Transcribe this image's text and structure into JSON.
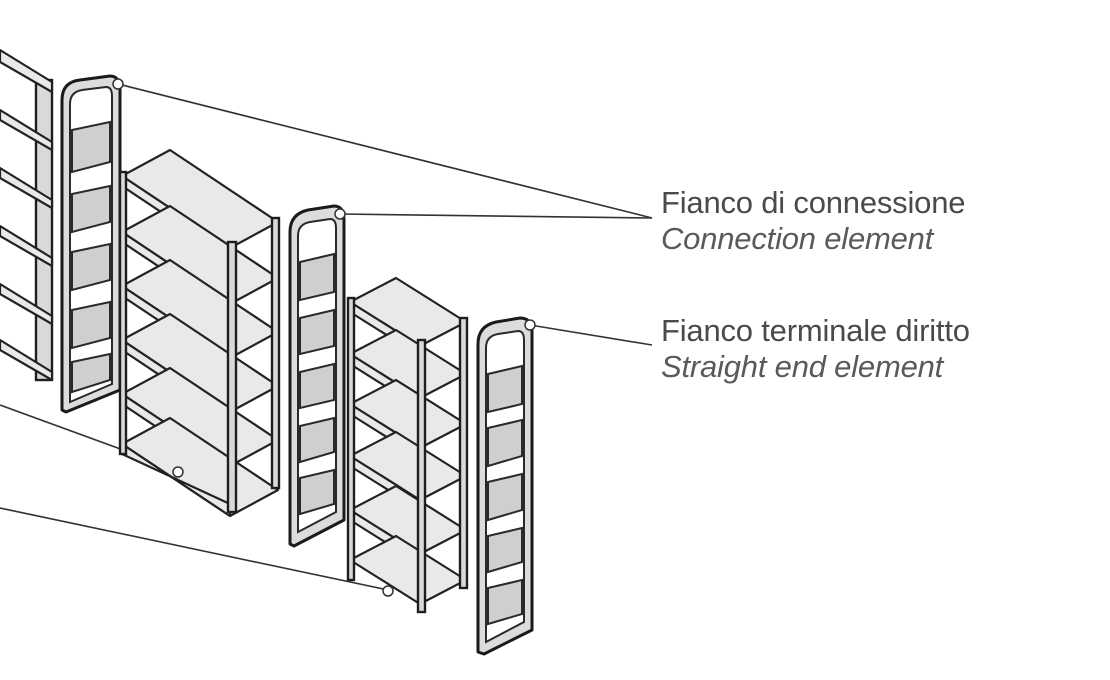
{
  "labels": {
    "connection": {
      "it": "Fianco di connessione",
      "en": "Connection element"
    },
    "end": {
      "it": "Fianco terminale diritto",
      "en": "Straight end element"
    }
  }
}
